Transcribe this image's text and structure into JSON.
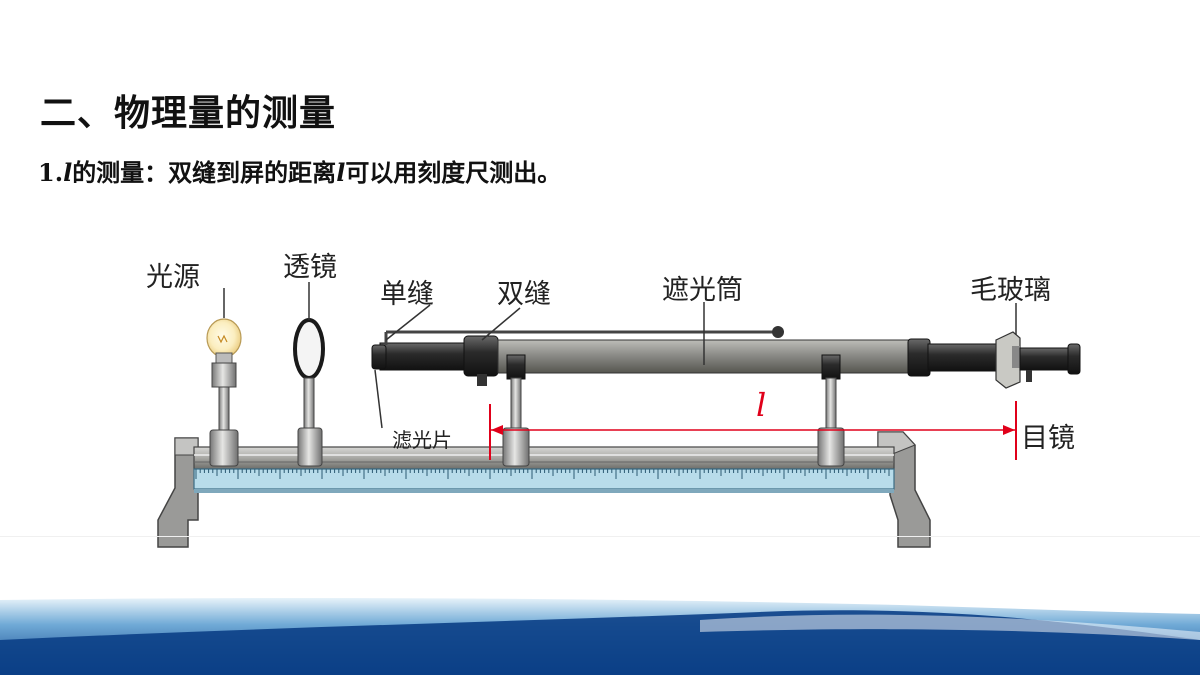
{
  "title": "二、物理量的测量",
  "subtitle": {
    "number": "1.",
    "var1": "l",
    "text1": "的测量：双缝到屏的距离",
    "var2": "l",
    "text2": "可以用刻度尺测出。"
  },
  "diagram": {
    "labels": {
      "light_source": "光源",
      "lens": "透镜",
      "single_slit": "单缝",
      "double_slit": "双缝",
      "shading_tube": "遮光筒",
      "ground_glass": "毛玻璃",
      "filter": "滤光片",
      "eyepiece": "目镜",
      "distance_var": "l"
    },
    "colors": {
      "distance_marker": "#e0001a",
      "rail_scale": "#b8dcea",
      "tube": "#8c8c88",
      "dark_parts": "#2b2b2b"
    }
  }
}
